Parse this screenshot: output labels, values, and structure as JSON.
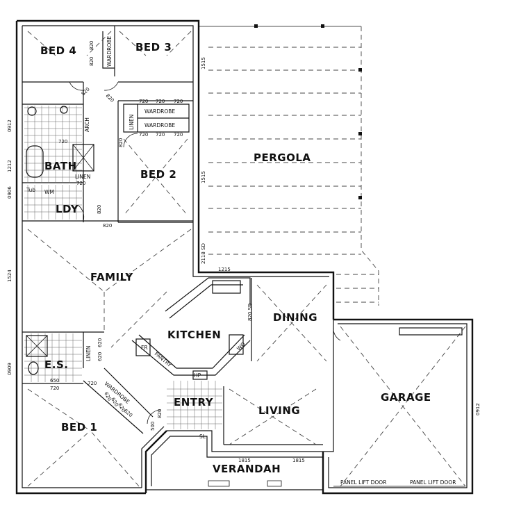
{
  "rooms": {
    "bed4": "BED 4",
    "bed3": "BED 3",
    "bed2": "BED 2",
    "bed1": "BED 1",
    "bath": "BATH",
    "ldy": "LDY",
    "family": "FAMILY",
    "kitchen": "KITCHEN",
    "dining": "DINING",
    "living": "LIVING",
    "garage": "GARAGE",
    "pergola": "PERGOLA",
    "entry": "ENTRY",
    "verandah": "VERANDAH",
    "es": "E.S."
  },
  "fixtures": {
    "wardrobe_top": "WARDROBE",
    "wardrobe_mid1": "WARDROBE",
    "wardrobe_mid2": "WARDROBE",
    "wardrobe_bed1": "WARDROBE",
    "linen_top": "LINEN",
    "linen_bath": "LINEN",
    "linen_es": "LINEN",
    "arch": "ARCH",
    "tub": "Tub",
    "wm": "WM",
    "fr": "FR",
    "pantry": "PANTRY",
    "hp": "HP",
    "wo": "WO",
    "sl": "SL",
    "panel_door_1": "PANEL LIFT DOOR",
    "panel_door_2": "PANEL LIFT DOOR"
  },
  "dimensions": {
    "d820_a": "820",
    "d820_b": "820",
    "d820_c": "820",
    "d820_d": "820",
    "d820_e": "820",
    "d820_f": "820",
    "d820_g": "820",
    "d820_h": "820",
    "d720_a": "720",
    "d720_b": "720",
    "d720_c": "720",
    "d720_d": "720",
    "d720_e": "720",
    "d720_f": "720",
    "d720_g": "720",
    "d720_h": "720",
    "d720_i": "720",
    "d720_j": "720",
    "d620_a": "620",
    "d620_b": "620",
    "d620_c": "620",
    "d620_d": "620",
    "d620_e": "620",
    "d620_f": "620",
    "d650": "650",
    "d500": "500",
    "d1515_a": "1515",
    "d1515_b": "1515",
    "d2118": "2118 SD",
    "d1215": "1215",
    "d1815_a": "1815",
    "d1815_b": "1815",
    "d0912_a": "0912",
    "d0912_b": "0912",
    "d1212": "1212",
    "d0909": "0909",
    "d0906": "0906",
    "d1524": "1524",
    "d820_sd": "820 SD"
  }
}
